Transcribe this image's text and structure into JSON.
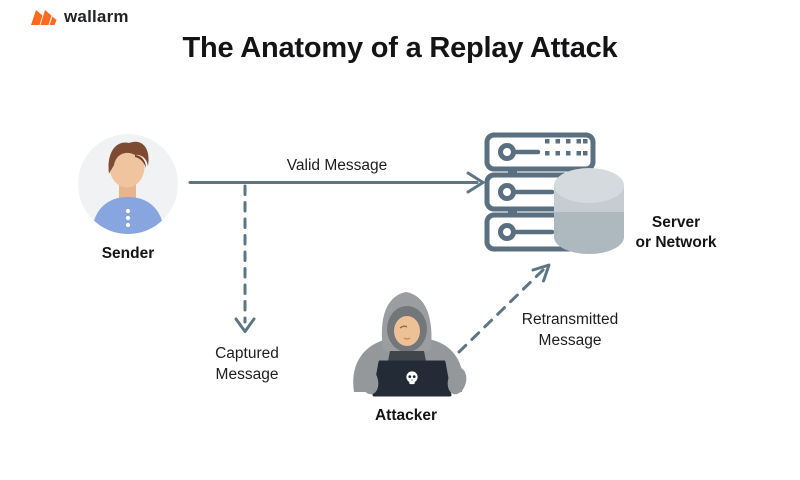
{
  "brand": {
    "name": "wallarm"
  },
  "title": "The Anatomy of a Replay Attack",
  "nodes": {
    "sender": {
      "label": "Sender"
    },
    "attacker": {
      "label": "Attacker"
    },
    "server": {
      "line1": "Server",
      "line2": "or Network"
    }
  },
  "flows": {
    "valid_message": {
      "label": "Valid Message",
      "style": "solid-arrow"
    },
    "captured_message": {
      "line1": "Captured",
      "line2": "Message",
      "style": "dashed-arrow"
    },
    "retransmitted_message": {
      "line1": "Retransmitted",
      "line2": "Message",
      "style": "dashed-arrow"
    }
  },
  "colors": {
    "accent_orange": "#FD6A1F",
    "arrow_slate": "#5E7584",
    "text_dark": "#1B1B1D",
    "server_outline": "#5A6F7F",
    "cylinder_top": "#D4DADE",
    "cylinder_upper": "#C6CDD2",
    "cylinder_lower": "#AEB8BF",
    "avatar_background": "#F1F2F4",
    "avatar_shirt": "#87A5DF",
    "avatar_hair": "#7E4B32",
    "skin": "#F0C49F",
    "hoodie_gray": "#95989A",
    "laptop_dark": "#232B37"
  }
}
